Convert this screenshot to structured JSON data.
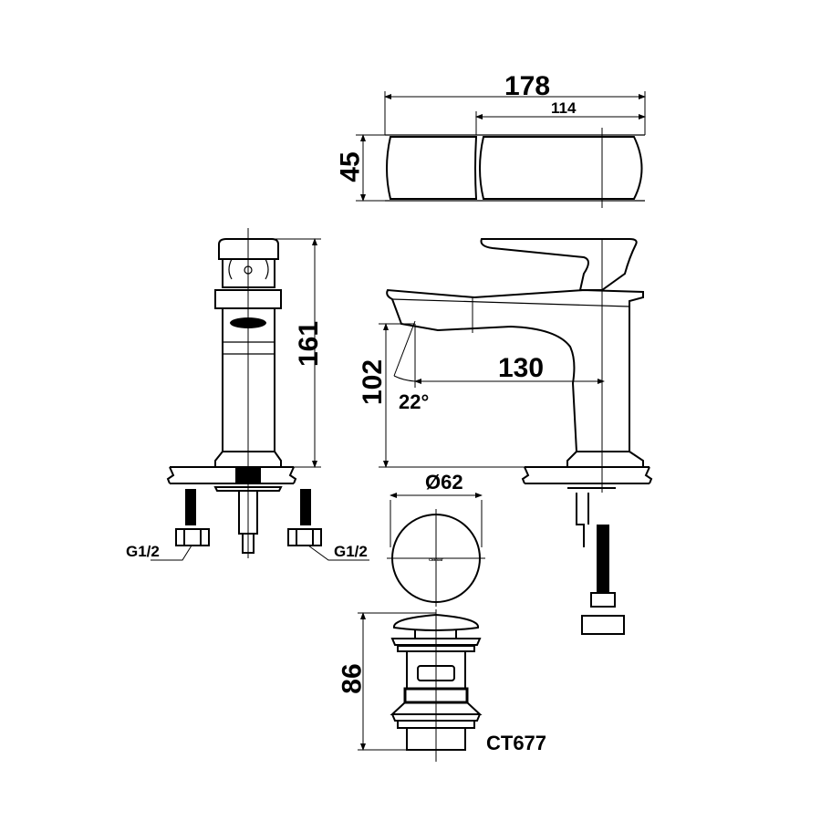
{
  "dimensions": {
    "overall_length": "178",
    "handle_length": "114",
    "top_width": "45",
    "total_height": "161",
    "spout_height": "102",
    "spout_reach": "130",
    "spout_angle": "22°",
    "drain_diameter": "Ø62",
    "drain_height": "86",
    "inlet_left": "G1/2",
    "inlet_right": "G1/2"
  },
  "model": "CT677",
  "drain_logo": "caesar",
  "colors": {
    "line": "#000000",
    "background": "#ffffff"
  }
}
